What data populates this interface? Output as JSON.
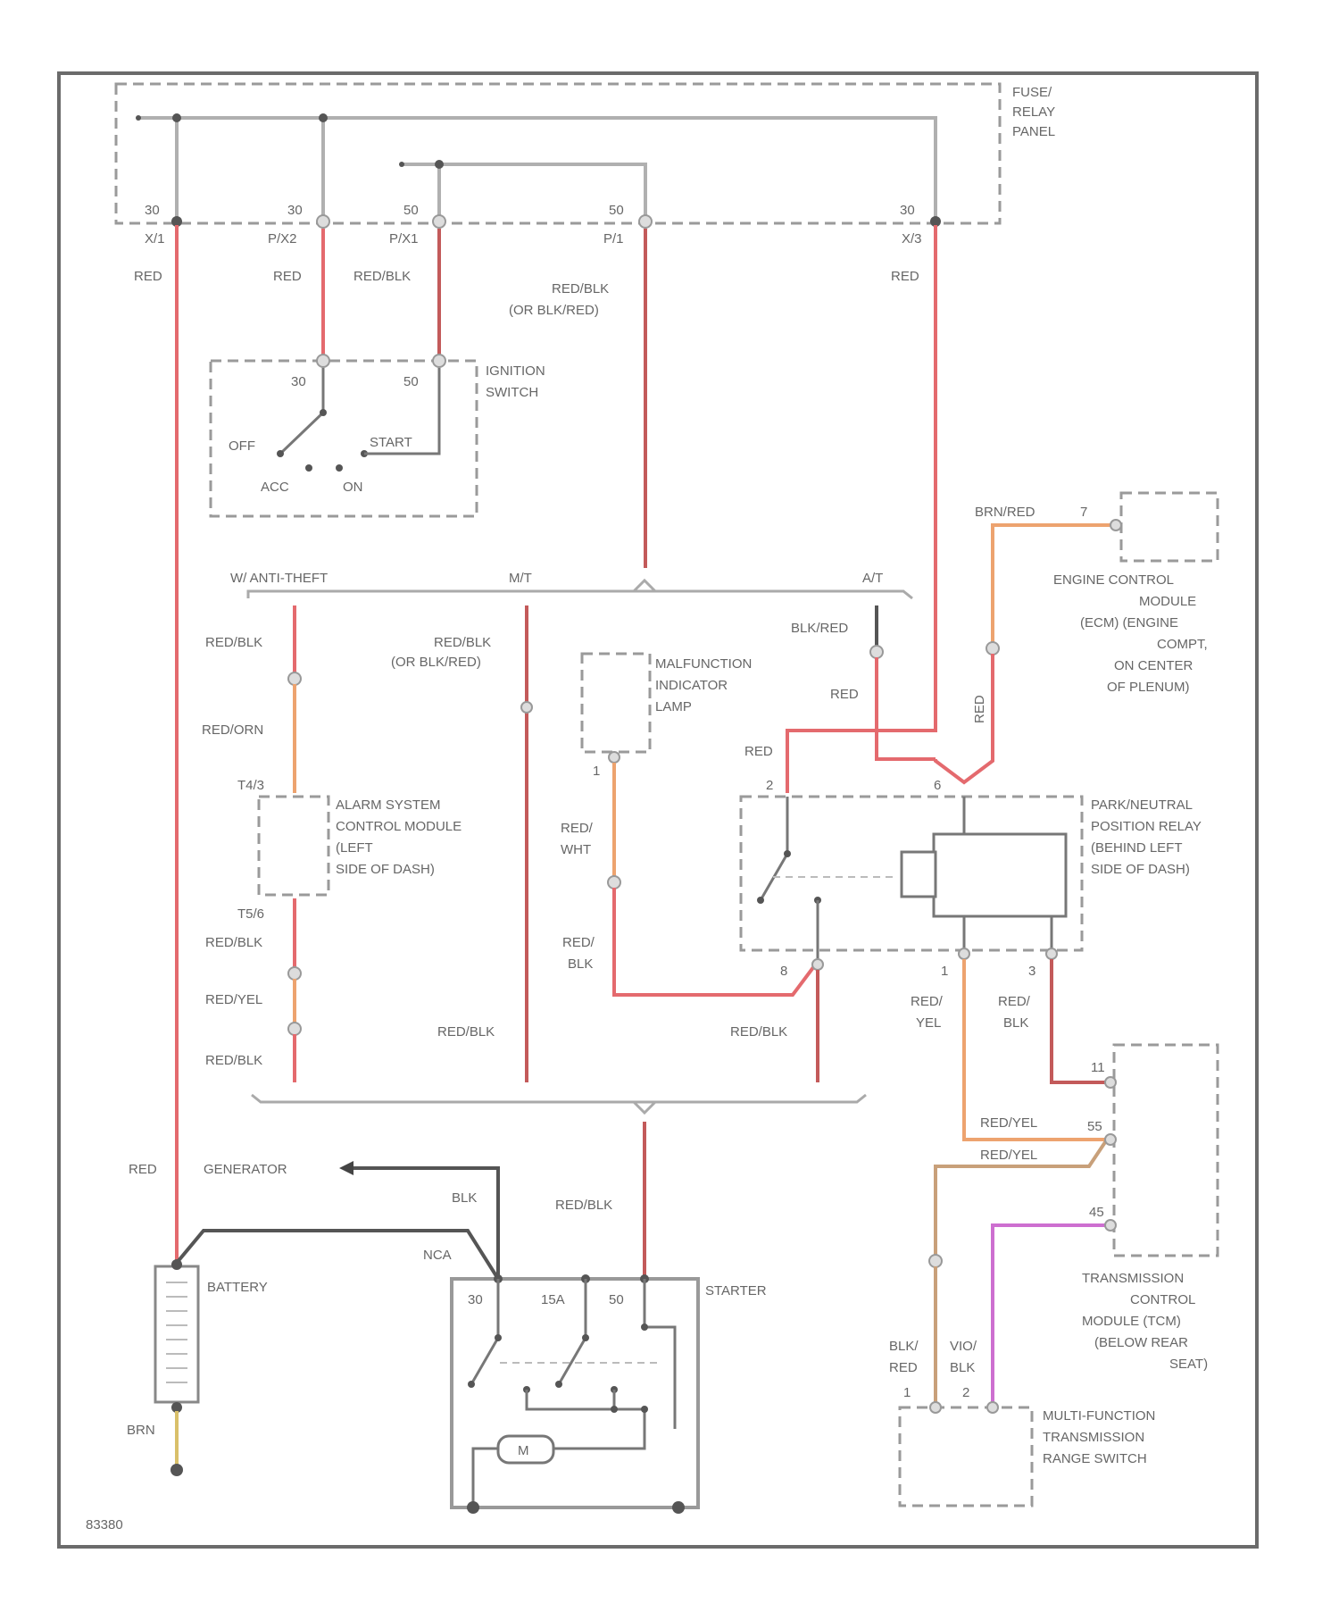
{
  "fuse_relay_panel": {
    "title_lines": [
      "FUSE/",
      "RELAY",
      "PANEL"
    ],
    "pins": [
      {
        "num": "30",
        "term": "X/1"
      },
      {
        "num": "30",
        "term": "P/X2"
      },
      {
        "num": "50",
        "term": "P/X1"
      },
      {
        "num": "50",
        "term": "P/1"
      },
      {
        "num": "30",
        "term": "X/3"
      }
    ]
  },
  "ignition_switch": {
    "title_lines": [
      "IGNITION",
      "SWITCH"
    ],
    "pin_left": "30",
    "pin_right": "50",
    "positions": [
      "OFF",
      "ACC",
      "ON",
      "START"
    ]
  },
  "wire_labels": {
    "red_1": "RED",
    "red_2": "RED",
    "red_blk_1": "RED/BLK",
    "red_blk_alt": [
      "RED/BLK",
      "(OR BLK/RED)"
    ],
    "red_3": "RED",
    "brn_red": "BRN/RED",
    "w_anti_theft": "W/ ANTI-THEFT",
    "mt": "M/T",
    "at": "A/T",
    "red_blk_2": "RED/BLK",
    "red_orn": "RED/ORN",
    "red_blk_alt_2": [
      "RED/BLK",
      "(OR BLK/RED)"
    ],
    "blk_red_1": "BLK/RED",
    "red_4": "RED",
    "red_5": "RED",
    "red_vert": "RED",
    "red_wht": [
      "RED/",
      "WHT"
    ],
    "red_blk_3": [
      "RED/",
      "BLK"
    ],
    "red_blk_4": "RED/BLK",
    "red_yel_1": "RED/YEL",
    "red_blk_5": "RED/BLK",
    "red_blk_6": "RED/BLK",
    "red_blk_7": "RED/BLK",
    "red_yel_2": [
      "RED/",
      "YEL"
    ],
    "red_blk_8": [
      "RED/",
      "BLK"
    ],
    "red_yel_3": "RED/YEL",
    "red_yel_4": "RED/YEL",
    "red_6": "RED",
    "generator": "GENERATOR",
    "blk": "BLK",
    "red_blk_9": "RED/BLK",
    "nca": "NCA",
    "brn": "BRN",
    "blk_red_2": [
      "BLK/",
      "RED"
    ],
    "vio_blk": [
      "VIO/",
      "BLK"
    ]
  },
  "alarm_module": {
    "title_lines": [
      "ALARM SYSTEM",
      "CONTROL MODULE",
      "(LEFT",
      "SIDE OF DASH)"
    ],
    "pin_top": "T4/3",
    "pin_bottom": "T5/6"
  },
  "mil": {
    "title_lines": [
      "MALFUNCTION",
      "INDICATOR",
      "LAMP"
    ],
    "pin": "1"
  },
  "ecm": {
    "title_lines": [
      "ENGINE CONTROL",
      "MODULE",
      "(ECM) (ENGINE",
      "COMPT,",
      "ON CENTER",
      "OF PLENUM)"
    ],
    "pin": "7"
  },
  "park_neutral_relay": {
    "title_lines": [
      "PARK/NEUTRAL",
      "POSITION RELAY",
      "(BEHIND LEFT",
      "SIDE OF DASH)"
    ],
    "pins": [
      "2",
      "6",
      "8",
      "1",
      "3"
    ]
  },
  "tcm": {
    "title_lines": [
      "TRANSMISSION",
      "CONTROL",
      "MODULE (TCM)",
      "(BELOW REAR",
      "SEAT)"
    ],
    "pins": [
      "11",
      "55",
      "45"
    ]
  },
  "mf_switch": {
    "title_lines": [
      "MULTI-FUNCTION",
      "TRANSMISSION",
      "RANGE SWITCH"
    ],
    "pins": [
      "1",
      "2"
    ]
  },
  "battery": {
    "label": "BATTERY"
  },
  "starter": {
    "label": "STARTER",
    "pins": [
      "30",
      "15A",
      "50"
    ],
    "motor": "M"
  },
  "figure_id": "83380"
}
